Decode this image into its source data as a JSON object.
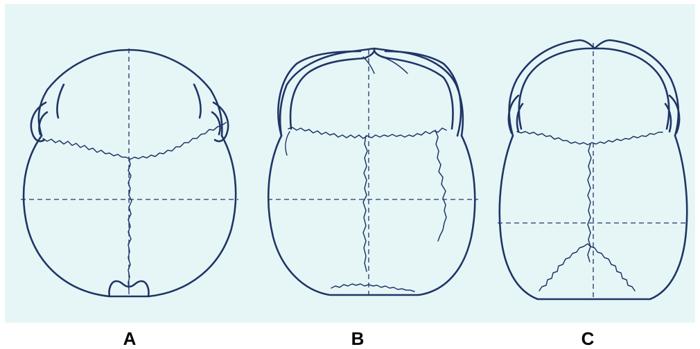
{
  "figure": {
    "background_color": "#e6f6f7",
    "line_color": "#1f3566",
    "skulls": [
      {
        "id": "A",
        "label": "A"
      },
      {
        "id": "B",
        "label": "B"
      },
      {
        "id": "C",
        "label": "C"
      }
    ]
  }
}
